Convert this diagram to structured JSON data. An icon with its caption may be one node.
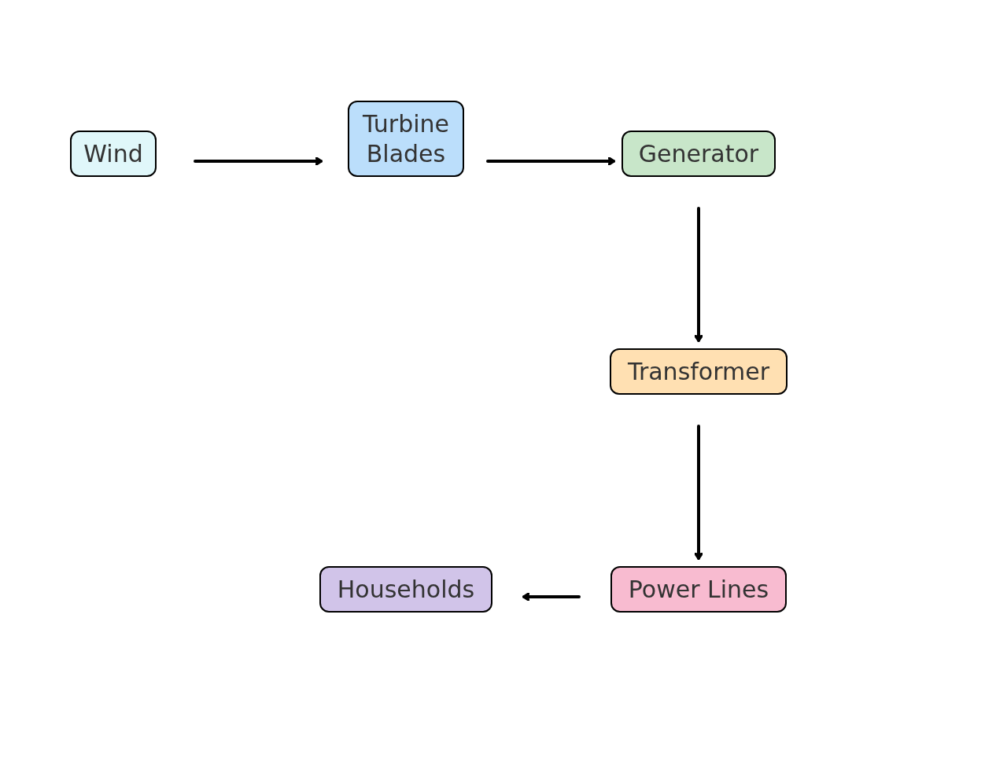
{
  "diagram": {
    "nodes": [
      {
        "text": [
          "Wind"
        ]
      },
      {
        "text": [
          "Turbine Blades"
        ]
      },
      {
        "text": [
          "Generator"
        ]
      },
      {
        "text": [
          "Transformer"
        ]
      },
      {
        "text": [
          "Power Lines"
        ]
      },
      {
        "text": [
          "Households"
        ]
      }
    ],
    "edges": [
      {
        "from": 0,
        "to": 1,
        "arrow": "to"
      },
      {
        "from": 1,
        "to": 2,
        "arrow": "to"
      },
      {
        "from": 2,
        "to": 3,
        "arrow": "to"
      },
      {
        "from": 3,
        "to": 4,
        "arrow": "to"
      },
      {
        "from": 4,
        "to": 5,
        "arrow": "to"
      }
    ]
  }
}
